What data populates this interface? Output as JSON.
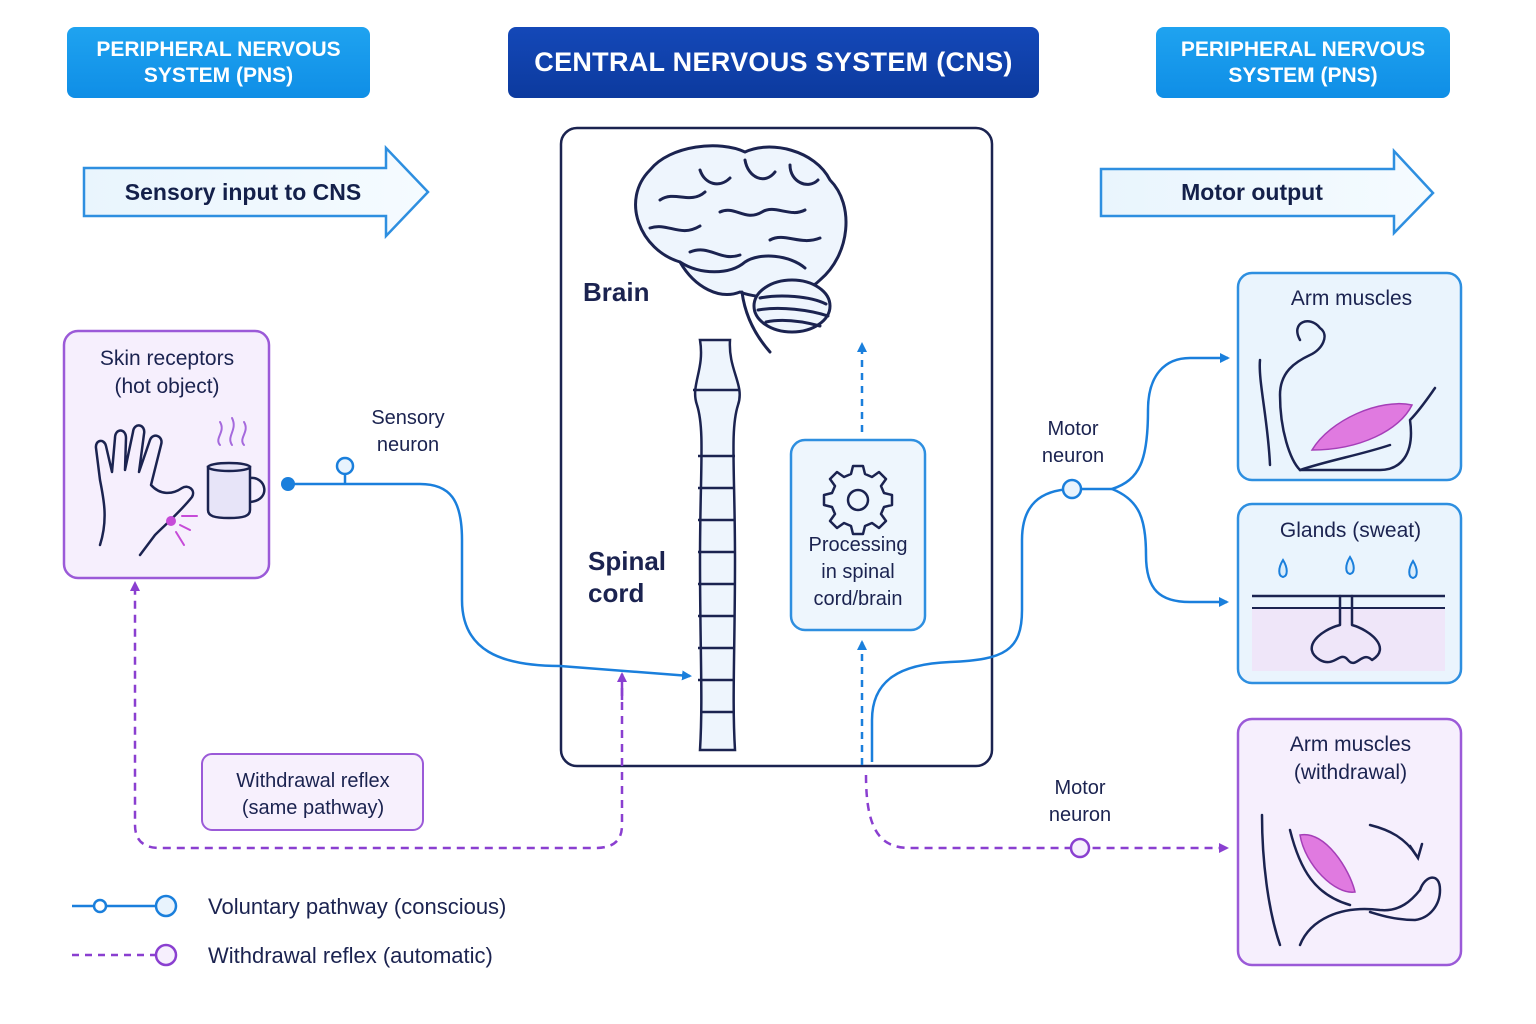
{
  "headers": {
    "pns_left": "PERIPHERAL NERVOUS\nSYSTEM (PNS)",
    "cns": "CENTRAL NERVOUS SYSTEM (CNS)",
    "pns_right": "PERIPHERAL NERVOUS\nSYSTEM (PNS)"
  },
  "arrows": {
    "sensory_input": "Sensory input to CNS",
    "motor_output": "Motor output"
  },
  "cns": {
    "brain_label": "Brain",
    "spinal_cord_label": "Spinal\ncord",
    "processing_label": "Processing\nin spinal\ncord/brain"
  },
  "receptors": {
    "label": "Skin receptors\n(hot object)"
  },
  "neurons": {
    "sensory": "Sensory\nneuron",
    "motor_upper": "Motor\nneuron",
    "motor_lower": "Motor\nneuron"
  },
  "effectors": {
    "arm_muscles": "Arm muscles",
    "glands": "Glands (sweat)",
    "arm_withdrawal": "Arm muscles\n(withdrawal)"
  },
  "reflex_box": {
    "label": "Withdrawal reflex\n(same pathway)"
  },
  "legend": {
    "voluntary": "Voluntary pathway (conscious)",
    "reflex": "Withdrawal reflex (automatic)"
  },
  "colors": {
    "voluntary": "#1a7fdc",
    "reflex": "#8a3fd0",
    "cns_dark": "#1b2350",
    "pns_header": "#1598ea",
    "cns_header": "#0f3fa8"
  }
}
